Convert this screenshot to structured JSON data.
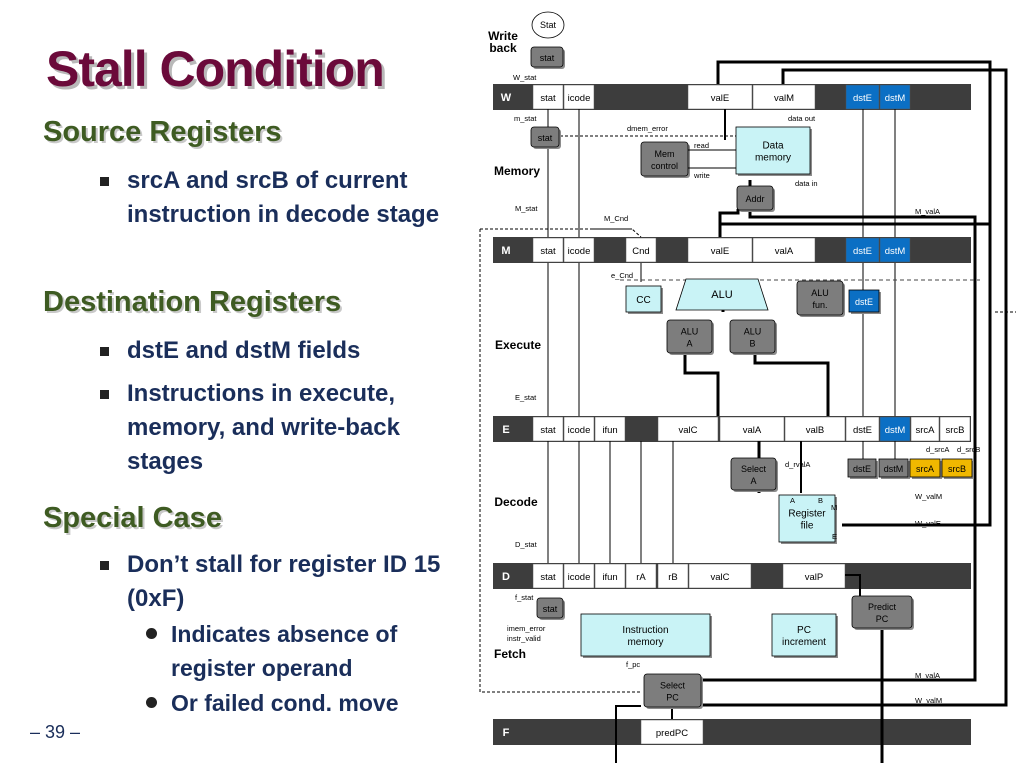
{
  "slide": {
    "title": "Stall Condition",
    "page_number": "– 39 –"
  },
  "sections": [
    {
      "heading": "Source Registers",
      "bullets": [
        "srcA and srcB of current instruction in decode stage"
      ]
    },
    {
      "heading": "Destination Registers",
      "bullets": [
        "dstE and dstM fields",
        "Instructions in execute, memory, and write-back stages"
      ]
    },
    {
      "heading": "Special Case",
      "bullets": [
        "Don’t stall for register ID 15 (0xF)"
      ],
      "subbullets": [
        "Indicates absence of register operand",
        "Or failed cond. move"
      ]
    }
  ],
  "diagram": {
    "colors": {
      "pipe_reg": "#3d3d3d",
      "field": "#ffffff",
      "hilite": "#0b6fc4",
      "src_hilite": "#f0b800",
      "logic": "#c9f3f6",
      "gray_block": "#7d7d7d"
    },
    "stage_labels": {
      "writeback": "Write back",
      "memory": "Memory",
      "execute": "Execute",
      "decode": "Decode",
      "fetch": "Fetch"
    },
    "registers": {
      "W": {
        "name": "W",
        "fields": [
          "stat",
          "icode",
          "valE",
          "valM",
          "dstE",
          "dstM"
        ]
      },
      "M": {
        "name": "M",
        "fields": [
          "stat",
          "icode",
          "Cnd",
          "valE",
          "valA",
          "dstE",
          "dstM"
        ]
      },
      "E": {
        "name": "E",
        "fields": [
          "stat",
          "icode",
          "ifun",
          "valC",
          "valA",
          "valB",
          "dstE",
          "dstM",
          "srcA",
          "srcB"
        ]
      },
      "D": {
        "name": "D",
        "fields": [
          "stat",
          "icode",
          "ifun",
          "rA",
          "rB",
          "valC",
          "valP"
        ]
      },
      "F": {
        "name": "F",
        "fields": [
          "predPC"
        ]
      }
    },
    "blocks": {
      "stat_out": "Stat",
      "w_stat_box": "stat",
      "m_stat_box": "stat",
      "f_stat_box": "stat",
      "data_memory": "Data memory",
      "mem_control": "Mem control",
      "addr": "Addr",
      "cc": "CC",
      "alu": "ALU",
      "alu_fun": "ALU fun.",
      "alu_a": "ALU A",
      "alu_b": "ALU B",
      "e_dste": "dstE",
      "select_a": "Select A",
      "register_file": "Register file",
      "d_dste": "dstE",
      "d_dstm": "dstM",
      "d_srca": "srcA",
      "d_srcb": "srcB",
      "predict_pc": "Predict PC",
      "instruction_memory": "Instruction memory",
      "pc_increment": "PC increment",
      "select_pc": "Select PC"
    },
    "signals": {
      "w_stat": "W_stat",
      "m_stat_lower": "m_stat",
      "dmem_error": "dmem_error",
      "data_out": "data out",
      "read": "read",
      "write": "write",
      "data_in": "data in",
      "M_stat": "M_stat",
      "M_Cnd": "M_Cnd",
      "M_valA": "M_valA",
      "e_Cnd": "e_Cnd",
      "E_stat": "E_stat",
      "d_rvalA": "d_rvalA",
      "d_srcA": "d_srcA",
      "d_srcB": "d_srcB",
      "W_valM": "W_valM",
      "W_valE": "W_valE",
      "D_stat": "D_stat",
      "f_stat": "f_stat",
      "imem_error": "imem_error",
      "instr_valid": "instr_valid",
      "f_pc": "f_pc",
      "rf_A": "A",
      "rf_B": "B",
      "rf_M": "M",
      "rf_E": "E"
    }
  }
}
